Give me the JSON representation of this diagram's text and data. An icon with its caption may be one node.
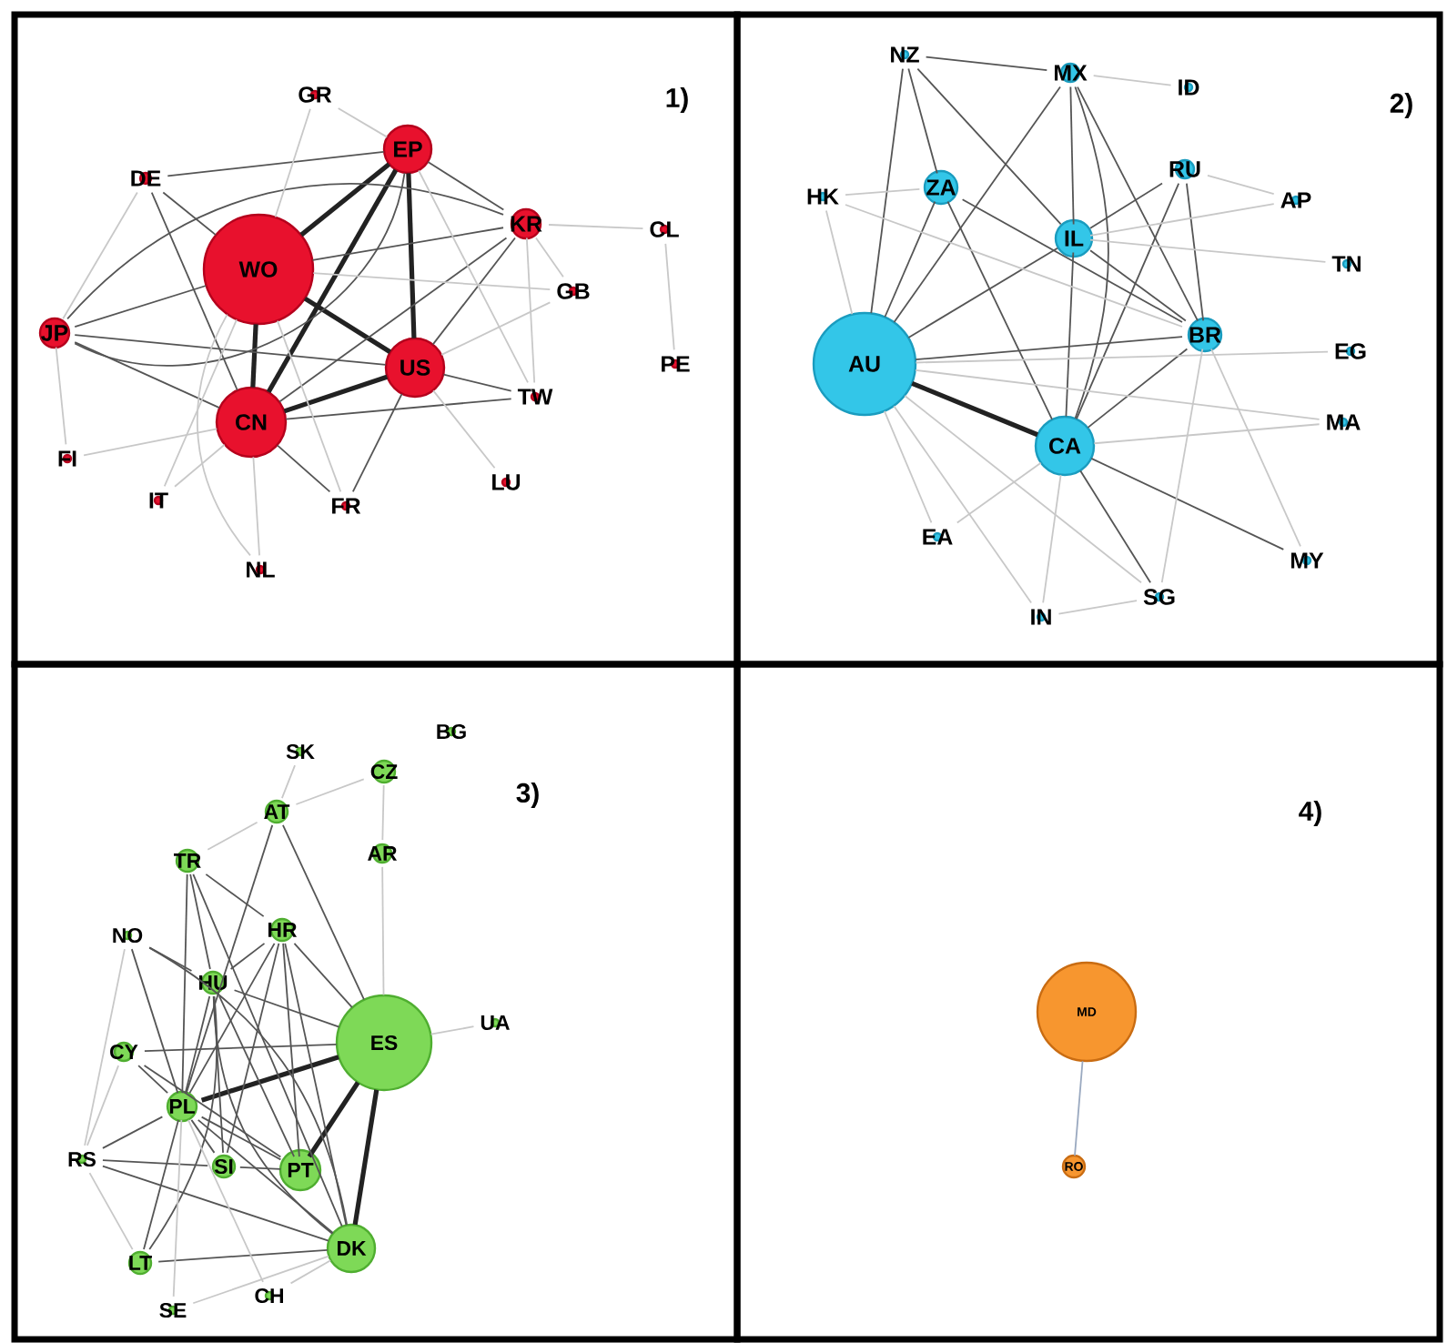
{
  "diagram": {
    "nodes": [
      {
        "text": [
          "1)"
        ]
      },
      {
        "text": [
          "GR"
        ],
        "in": 0
      },
      {
        "text": [
          "EP"
        ],
        "in": 0
      },
      {
        "text": [
          "DE"
        ],
        "in": 0
      },
      {
        "text": [
          "KR"
        ],
        "in": 0
      },
      {
        "text": [
          "CL"
        ],
        "in": 0
      },
      {
        "text": [
          "WO"
        ],
        "in": 0
      },
      {
        "text": [
          "GB"
        ],
        "in": 0
      },
      {
        "text": [
          "JP"
        ],
        "in": 0
      },
      {
        "text": [
          "PE"
        ],
        "in": 0
      },
      {
        "text": [
          "US"
        ],
        "in": 0
      },
      {
        "text": [
          "TW"
        ],
        "in": 0
      },
      {
        "text": [
          "CN"
        ],
        "in": 0
      },
      {
        "text": [
          "FI"
        ],
        "in": 0
      },
      {
        "text": [
          "IT"
        ],
        "in": 0
      },
      {
        "text": [
          "FR"
        ],
        "in": 0
      },
      {
        "text": [
          "LU"
        ],
        "in": 0
      },
      {
        "text": [
          "NL"
        ],
        "in": 0
      },
      {
        "text": [
          "2)"
        ]
      },
      {
        "text": [
          "NZ"
        ],
        "in": 18
      },
      {
        "text": [
          "MX"
        ],
        "in": 18
      },
      {
        "text": [
          "ID"
        ],
        "in": 18
      },
      {
        "text": [
          "HK"
        ],
        "in": 18
      },
      {
        "text": [
          "ZA"
        ],
        "in": 18
      },
      {
        "text": [
          "RU"
        ],
        "in": 18
      },
      {
        "text": [
          "AP"
        ],
        "in": 18
      },
      {
        "text": [
          "IL"
        ],
        "in": 18
      },
      {
        "text": [
          "TN"
        ],
        "in": 18
      },
      {
        "text": [
          "AU"
        ],
        "in": 18
      },
      {
        "text": [
          "BR"
        ],
        "in": 18
      },
      {
        "text": [
          "EG"
        ],
        "in": 18
      },
      {
        "text": [
          "CA"
        ],
        "in": 18
      },
      {
        "text": [
          "MA"
        ],
        "in": 18
      },
      {
        "text": [
          "EA"
        ],
        "in": 18
      },
      {
        "text": [
          "MY"
        ],
        "in": 18
      },
      {
        "text": [
          "SG"
        ],
        "in": 18
      },
      {
        "text": [
          "IN"
        ],
        "in": 18
      },
      {
        "text": [
          "3)"
        ]
      },
      {
        "text": [
          "SK"
        ],
        "in": 37
      },
      {
        "text": [
          "CZ"
        ],
        "in": 37
      },
      {
        "text": [
          "BG"
        ],
        "in": 37
      },
      {
        "text": [
          "AT"
        ],
        "in": 37
      },
      {
        "text": [
          "AR"
        ],
        "in": 37
      },
      {
        "text": [
          "TR"
        ],
        "in": 37
      },
      {
        "text": [
          "NO"
        ],
        "in": 37
      },
      {
        "text": [
          "HR"
        ],
        "in": 37
      },
      {
        "text": [
          "HU"
        ],
        "in": 37
      },
      {
        "text": [
          "UA"
        ],
        "in": 37
      },
      {
        "text": [
          "ES"
        ],
        "in": 37
      },
      {
        "text": [
          "CY"
        ],
        "in": 37
      },
      {
        "text": [
          "PL"
        ],
        "in": 37
      },
      {
        "text": [
          "RS"
        ],
        "in": 37
      },
      {
        "text": [
          "SI"
        ],
        "in": 37
      },
      {
        "text": [
          "PT"
        ],
        "in": 37
      },
      {
        "text": [
          "DK"
        ],
        "in": 37
      },
      {
        "text": [
          "LT"
        ],
        "in": 37
      },
      {
        "text": [
          "CH"
        ],
        "in": 37
      },
      {
        "text": [
          "SE"
        ],
        "in": 37
      },
      {
        "text": [
          "4)"
        ]
      },
      {
        "text": [
          "MD"
        ],
        "in": 58
      },
      {
        "text": [
          "RO"
        ],
        "in": 58
      }
    ],
    "edges": [
      {
        "from": 6,
        "to": 2,
        "arrow": "none",
        "style": "thick",
        "color": "#222222"
      },
      {
        "from": 6,
        "to": 10,
        "arrow": "none",
        "style": "thick",
        "color": "#222222"
      },
      {
        "from": 6,
        "to": 12,
        "arrow": "none",
        "style": "thick",
        "color": "#222222"
      },
      {
        "from": 12,
        "to": 10,
        "arrow": "none",
        "style": "thick",
        "color": "#222222"
      },
      {
        "from": 2,
        "to": 10,
        "arrow": "none",
        "style": "thick",
        "color": "#222222"
      },
      {
        "from": 2,
        "to": 12,
        "arrow": "none",
        "style": "thick",
        "color": "#222222"
      },
      {
        "from": 3,
        "to": 2,
        "arrow": "none"
      },
      {
        "from": 3,
        "to": 6,
        "arrow": "none"
      },
      {
        "from": 8,
        "to": 6,
        "arrow": "none"
      },
      {
        "from": 8,
        "to": 12,
        "arrow": "none"
      },
      {
        "from": 8,
        "to": 10,
        "arrow": "none"
      },
      {
        "from": 8,
        "to": 2,
        "arrow": "none"
      },
      {
        "from": 6,
        "to": 4,
        "arrow": "none"
      },
      {
        "from": 4,
        "to": 2,
        "arrow": "none"
      },
      {
        "from": 4,
        "to": 10,
        "arrow": "none"
      },
      {
        "from": 4,
        "to": 12,
        "arrow": "none"
      },
      {
        "from": 12,
        "to": 11,
        "arrow": "none"
      },
      {
        "from": 10,
        "to": 11,
        "arrow": "none"
      },
      {
        "from": 10,
        "to": 15,
        "arrow": "none"
      },
      {
        "from": 12,
        "to": 15,
        "arrow": "none"
      },
      {
        "from": 3,
        "to": 12,
        "arrow": "none"
      },
      {
        "from": 8,
        "to": 4,
        "arrow": "none"
      },
      {
        "from": 1,
        "to": 6,
        "arrow": "none",
        "color": "#c8c8c8"
      },
      {
        "from": 1,
        "to": 2,
        "arrow": "none",
        "color": "#c8c8c8"
      },
      {
        "from": 5,
        "to": 4,
        "arrow": "none",
        "color": "#c8c8c8"
      },
      {
        "from": 5,
        "to": 9,
        "arrow": "none",
        "color": "#c8c8c8"
      },
      {
        "from": 13,
        "to": 8,
        "arrow": "none",
        "color": "#c8c8c8"
      },
      {
        "from": 14,
        "to": 12,
        "arrow": "none",
        "color": "#c8c8c8"
      },
      {
        "from": 16,
        "to": 10,
        "arrow": "none",
        "color": "#c8c8c8"
      },
      {
        "from": 7,
        "to": 10,
        "arrow": "none",
        "color": "#c8c8c8"
      },
      {
        "from": 7,
        "to": 4,
        "arrow": "none",
        "color": "#c8c8c8"
      },
      {
        "from": 7,
        "to": 6,
        "arrow": "none",
        "color": "#c8c8c8"
      },
      {
        "from": 14,
        "to": 6,
        "arrow": "none",
        "color": "#c8c8c8"
      },
      {
        "from": 13,
        "to": 12,
        "arrow": "none",
        "color": "#c8c8c8"
      },
      {
        "from": 17,
        "to": 12,
        "arrow": "none",
        "color": "#c8c8c8"
      },
      {
        "from": 17,
        "to": 6,
        "arrow": "none",
        "color": "#c8c8c8"
      },
      {
        "from": 15,
        "to": 6,
        "arrow": "none",
        "color": "#c8c8c8"
      },
      {
        "from": 11,
        "to": 4,
        "arrow": "none",
        "color": "#c8c8c8"
      },
      {
        "from": 11,
        "to": 2,
        "arrow": "none",
        "color": "#c8c8c8"
      },
      {
        "from": 3,
        "to": 8,
        "arrow": "none",
        "color": "#c8c8c8"
      },
      {
        "from": 28,
        "to": 31,
        "arrow": "none",
        "style": "thick",
        "color": "#222222"
      },
      {
        "from": 28,
        "to": 23,
        "arrow": "none"
      },
      {
        "from": 28,
        "to": 20,
        "arrow": "none"
      },
      {
        "from": 28,
        "to": 26,
        "arrow": "none"
      },
      {
        "from": 28,
        "to": 29,
        "arrow": "none"
      },
      {
        "from": 28,
        "to": 19,
        "arrow": "none"
      },
      {
        "from": 31,
        "to": 20,
        "arrow": "none"
      },
      {
        "from": 31,
        "to": 26,
        "arrow": "none"
      },
      {
        "from": 31,
        "to": 29,
        "arrow": "none"
      },
      {
        "from": 31,
        "to": 24,
        "arrow": "none"
      },
      {
        "from": 31,
        "to": 23,
        "arrow": "none"
      },
      {
        "from": 26,
        "to": 20,
        "arrow": "none"
      },
      {
        "from": 26,
        "to": 24,
        "arrow": "none"
      },
      {
        "from": 20,
        "to": 29,
        "arrow": "none"
      },
      {
        "from": 24,
        "to": 29,
        "arrow": "none"
      },
      {
        "from": 19,
        "to": 20,
        "arrow": "none"
      },
      {
        "from": 19,
        "to": 26,
        "arrow": "none"
      },
      {
        "from": 19,
        "to": 23,
        "arrow": "none"
      },
      {
        "from": 23,
        "to": 29,
        "arrow": "none"
      },
      {
        "from": 26,
        "to": 29,
        "arrow": "none"
      },
      {
        "from": 31,
        "to": 34,
        "arrow": "none"
      },
      {
        "from": 31,
        "to": 35,
        "arrow": "none"
      },
      {
        "from": 22,
        "to": 28,
        "arrow": "none",
        "color": "#c8c8c8"
      },
      {
        "from": 22,
        "to": 23,
        "arrow": "none",
        "color": "#c8c8c8"
      },
      {
        "from": 22,
        "to": 29,
        "arrow": "none",
        "color": "#c8c8c8"
      },
      {
        "from": 28,
        "to": 33,
        "arrow": "none",
        "color": "#c8c8c8"
      },
      {
        "from": 28,
        "to": 35,
        "arrow": "none",
        "color": "#c8c8c8"
      },
      {
        "from": 33,
        "to": 31,
        "arrow": "none",
        "color": "#c8c8c8"
      },
      {
        "from": 36,
        "to": 31,
        "arrow": "none",
        "color": "#c8c8c8"
      },
      {
        "from": 28,
        "to": 32,
        "arrow": "none",
        "color": "#c8c8c8"
      },
      {
        "from": 29,
        "to": 34,
        "arrow": "none",
        "color": "#c8c8c8"
      },
      {
        "from": 29,
        "to": 35,
        "arrow": "none",
        "color": "#c8c8c8"
      },
      {
        "from": 25,
        "to": 26,
        "arrow": "none",
        "color": "#c8c8c8"
      },
      {
        "from": 27,
        "to": 26,
        "arrow": "none",
        "color": "#c8c8c8"
      },
      {
        "from": 30,
        "to": 28,
        "arrow": "none",
        "color": "#c8c8c8"
      },
      {
        "from": 32,
        "to": 31,
        "arrow": "none",
        "color": "#c8c8c8"
      },
      {
        "from": 21,
        "to": 20,
        "arrow": "none",
        "color": "#c8c8c8"
      },
      {
        "from": 24,
        "to": 25,
        "arrow": "none",
        "color": "#c8c8c8"
      },
      {
        "from": 28,
        "to": 36,
        "arrow": "none",
        "color": "#c8c8c8"
      },
      {
        "from": 35,
        "to": 36,
        "arrow": "none",
        "color": "#c8c8c8"
      },
      {
        "from": 48,
        "to": 54,
        "arrow": "none",
        "style": "thick",
        "color": "#222222"
      },
      {
        "from": 48,
        "to": 50,
        "arrow": "none",
        "style": "thick",
        "color": "#222222"
      },
      {
        "from": 48,
        "to": 53,
        "arrow": "none",
        "style": "thick",
        "color": "#222222"
      },
      {
        "from": 48,
        "to": 46,
        "arrow": "none"
      },
      {
        "from": 48,
        "to": 45,
        "arrow": "none"
      },
      {
        "from": 48,
        "to": 41,
        "arrow": "none"
      },
      {
        "from": 45,
        "to": 50,
        "arrow": "none"
      },
      {
        "from": 45,
        "to": 54,
        "arrow": "none"
      },
      {
        "from": 45,
        "to": 53,
        "arrow": "none"
      },
      {
        "from": 46,
        "to": 50,
        "arrow": "none"
      },
      {
        "from": 46,
        "to": 54,
        "arrow": "none"
      },
      {
        "from": 46,
        "to": 53,
        "arrow": "none"
      },
      {
        "from": 43,
        "to": 50,
        "arrow": "none"
      },
      {
        "from": 43,
        "to": 46,
        "arrow": "none"
      },
      {
        "from": 43,
        "to": 54,
        "arrow": "none"
      },
      {
        "from": 50,
        "to": 54,
        "arrow": "none"
      },
      {
        "from": 50,
        "to": 53,
        "arrow": "none"
      },
      {
        "from": 50,
        "to": 52,
        "arrow": "none"
      },
      {
        "from": 50,
        "to": 51,
        "arrow": "none"
      },
      {
        "from": 50,
        "to": 55,
        "arrow": "none"
      },
      {
        "from": 51,
        "to": 54,
        "arrow": "none"
      },
      {
        "from": 55,
        "to": 54,
        "arrow": "none"
      },
      {
        "from": 49,
        "to": 48,
        "arrow": "none"
      },
      {
        "from": 49,
        "to": 53,
        "arrow": "none"
      },
      {
        "from": 44,
        "to": 46,
        "arrow": "none"
      },
      {
        "from": 44,
        "to": 50,
        "arrow": "none"
      },
      {
        "from": 44,
        "to": 54,
        "arrow": "none"
      },
      {
        "from": 41,
        "to": 50,
        "arrow": "none"
      },
      {
        "from": 52,
        "to": 53,
        "arrow": "none"
      },
      {
        "from": 51,
        "to": 52,
        "arrow": "none"
      },
      {
        "from": 46,
        "to": 52,
        "arrow": "none"
      },
      {
        "from": 45,
        "to": 52,
        "arrow": "none"
      },
      {
        "from": 43,
        "to": 45,
        "arrow": "none"
      },
      {
        "from": 45,
        "to": 46,
        "arrow": "none"
      },
      {
        "from": 49,
        "to": 50,
        "arrow": "none"
      },
      {
        "from": 55,
        "to": 46,
        "arrow": "none"
      },
      {
        "from": 38,
        "to": 41,
        "arrow": "none",
        "color": "#c8c8c8"
      },
      {
        "from": 39,
        "to": 42,
        "arrow": "none",
        "color": "#c8c8c8"
      },
      {
        "from": 42,
        "to": 48,
        "arrow": "none",
        "color": "#c8c8c8"
      },
      {
        "from": 47,
        "to": 48,
        "arrow": "none",
        "color": "#c8c8c8"
      },
      {
        "from": 57,
        "to": 50,
        "arrow": "none",
        "color": "#c8c8c8"
      },
      {
        "from": 56,
        "to": 54,
        "arrow": "none",
        "color": "#c8c8c8"
      },
      {
        "from": 39,
        "to": 41,
        "arrow": "none",
        "color": "#c8c8c8"
      },
      {
        "from": 43,
        "to": 41,
        "arrow": "none",
        "color": "#c8c8c8"
      },
      {
        "from": 44,
        "to": 51,
        "arrow": "none",
        "color": "#c8c8c8"
      },
      {
        "from": 49,
        "to": 51,
        "arrow": "none",
        "color": "#c8c8c8"
      },
      {
        "from": 55,
        "to": 51,
        "arrow": "none",
        "color": "#c8c8c8"
      },
      {
        "from": 57,
        "to": 54,
        "arrow": "none",
        "color": "#c8c8c8"
      },
      {
        "from": 56,
        "to": 50,
        "arrow": "none",
        "color": "#c8c8c8"
      },
      {
        "from": 59,
        "to": 60,
        "arrow": "none",
        "color": "#9aa9c0"
      }
    ]
  }
}
